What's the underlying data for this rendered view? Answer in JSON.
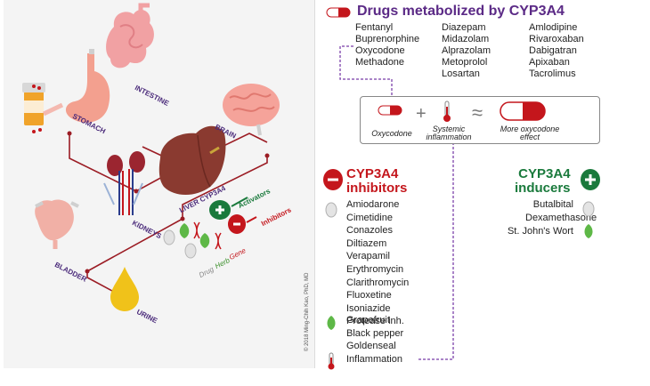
{
  "header": {
    "title": "Drugs metabolized by CYP3A4"
  },
  "substrates": {
    "col1": [
      "Fentanyl",
      "Buprenorphine",
      "Oxycodone",
      "Methadone"
    ],
    "col2": [
      "Diazepam",
      "Midazolam",
      "Alprazolam",
      "Metoprolol",
      "Losartan"
    ],
    "col3": [
      "Amlodipine",
      "Rivaroxaban",
      "Dabigatran",
      "Apixaban",
      "Tacrolimus"
    ]
  },
  "interaction_box": {
    "oxycodone": "Oxycodone",
    "plus": "+",
    "inflammation_1": "Systemic",
    "inflammation_2": "inflammation",
    "approx": "≈",
    "effect_1": "More oxycodone",
    "effect_2": "effect"
  },
  "inhibitors": {
    "title_1": "CYP3A4",
    "title_2": "inhibitors",
    "drugs": [
      "Amiodarone",
      "Cimetidine",
      "Conazoles",
      "Diltiazem",
      "Verapamil",
      "Erythromycin",
      "Clarithromycin",
      "Fluoxetine",
      "Isoniazide",
      "Protease inh."
    ],
    "herbs": [
      "Grapefruit",
      "Black pepper",
      "Goldenseal"
    ],
    "other": "Inflammation"
  },
  "inducers": {
    "title_1": "CYP3A4",
    "title_2": "inducers",
    "drugs": [
      "Butalbital",
      "Dexamethasone"
    ],
    "herbs": [
      "St. John's Wort"
    ]
  },
  "organs": {
    "stomach": "STOMACH",
    "intestine": "INTESTINE",
    "brain": "BRAIN",
    "liver": "LIVER CYP3A4",
    "kidneys": "KIDNEYS",
    "bladder": "BLADDER",
    "urine": "URINE"
  },
  "modulators": {
    "activators": "Activators",
    "inhibitors": "Inhibitors",
    "gene": "Gene",
    "herb": "Herb",
    "drug": "Drug"
  },
  "copyright": "© 2018 Ming-Chih Kao, PhD, MD",
  "colors": {
    "purple": "#5b2a86",
    "red": "#c4161c",
    "green": "#1a7a3c",
    "dashed": "#8e5bb5"
  }
}
